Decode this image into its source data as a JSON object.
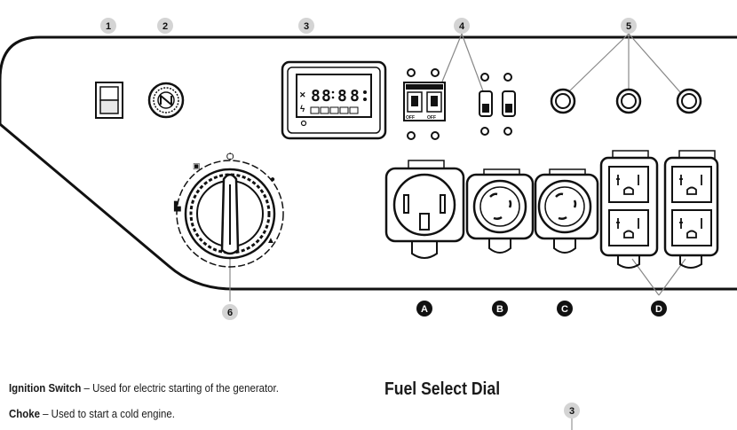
{
  "callouts_top": [
    "1",
    "2",
    "3",
    "4",
    "5"
  ],
  "callout_dial": "6",
  "outlet_labels": [
    "A",
    "B",
    "C",
    "D"
  ],
  "dc_display": {
    "breaker_labels": [
      "OFF",
      "OFF"
    ]
  },
  "descriptions": [
    {
      "term": "Ignition Switch",
      "text": " – Used for electric starting of the generator."
    },
    {
      "term": "Choke",
      "text": " – Used to start a cold engine."
    }
  ],
  "section": {
    "heading": "Fuel Select Dial",
    "callout": "3"
  }
}
